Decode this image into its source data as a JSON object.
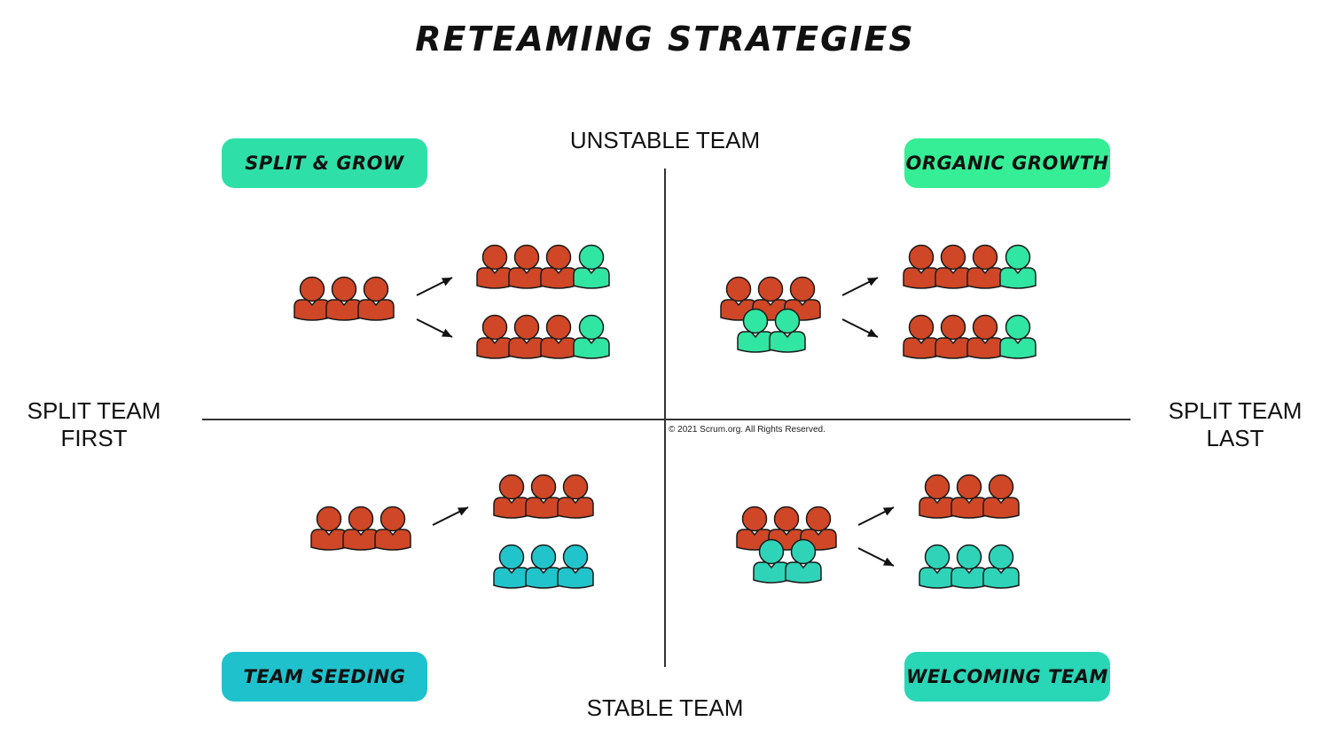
{
  "title": "RETEAMING STRATEGIES",
  "axes": {
    "top": "UNSTABLE TEAM",
    "bottom": "STABLE TEAM",
    "left": [
      "SPLIT TEAM",
      "FIRST"
    ],
    "right": [
      "SPLIT TEAM",
      "LAST"
    ]
  },
  "quadrants": {
    "top_left": {
      "label": "SPLIT & GROW",
      "color": "#2ee0a8"
    },
    "top_right": {
      "label": "ORGANIC GROWTH",
      "color": "#35ee96"
    },
    "bottom_left": {
      "label": "TEAM SEEDING",
      "color": "#1fc2cc"
    },
    "bottom_right": {
      "label": "WELCOMING TEAM",
      "color": "#29d6b6"
    }
  },
  "copyright": "© 2021 Scrum.org. All Rights Reserved.",
  "colors": {
    "member": "#cf4727",
    "new_member_green": "#30e6a2",
    "new_member_teal": "#22c4cc",
    "new_member_welcome": "#2fd4b8",
    "outline": "#1a1a1a"
  },
  "icons": [
    "person-icon",
    "arrow-icon"
  ]
}
